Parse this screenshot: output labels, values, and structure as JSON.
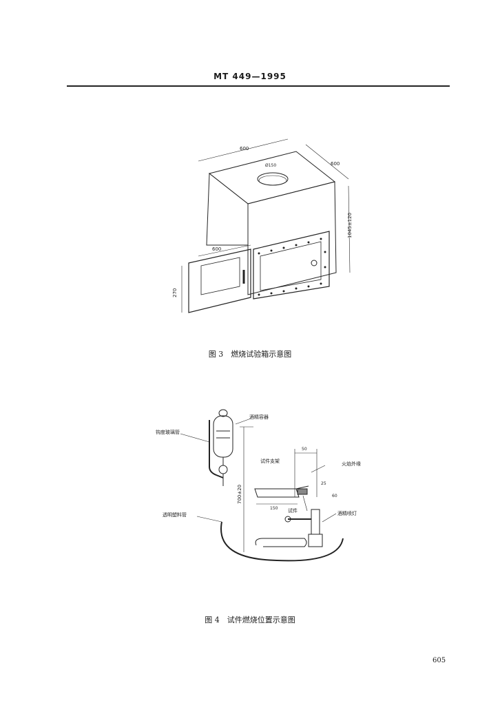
{
  "header": {
    "standard_no": "MT 449—1995"
  },
  "figure3": {
    "caption": "图 3　燃烧试验箱示意图",
    "dims": {
      "width": "600",
      "depth": "600",
      "height": "1045±120",
      "hole": "Ø150",
      "door_width": "600",
      "door_height": "270"
    }
  },
  "figure4": {
    "caption": "图 4　试件燃烧位置示意图",
    "labels": {
      "alcohol_container": "酒精容器",
      "glass_tube": "钩度玻璃管",
      "plastic_tube": "透明塑料管",
      "specimen_support": "试件支架",
      "flame_edge": "火焰外缘",
      "specimen": "试件",
      "alcohol_lamp": "酒精喷灯"
    },
    "dims": {
      "d50": "50",
      "d150": "150",
      "d25": "25",
      "d60": "60",
      "height": "700±20"
    }
  },
  "page_number": "605"
}
